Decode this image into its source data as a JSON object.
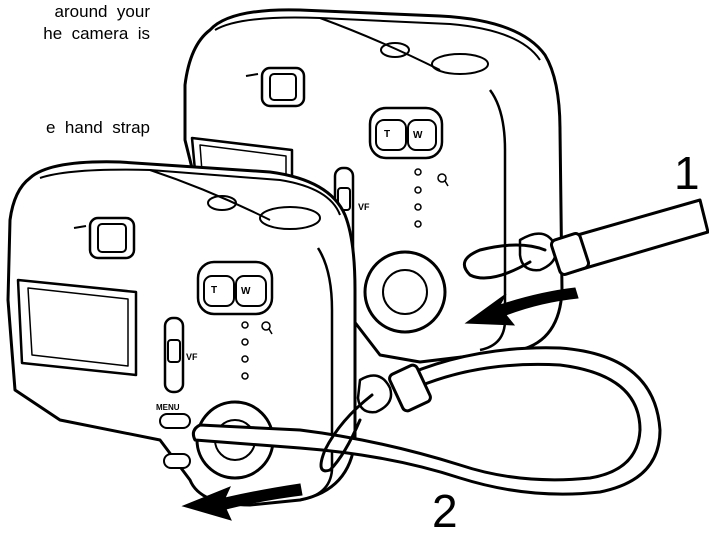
{
  "text": {
    "line1": "around  your",
    "line2": "he  camera  is",
    "line3": "e  hand  strap"
  },
  "steps": {
    "step1": "1",
    "step2": "2"
  },
  "camera": {
    "zoom_tele": "T",
    "zoom_wide": "W",
    "mode_vf": "VF",
    "menu_label": "MENU"
  }
}
